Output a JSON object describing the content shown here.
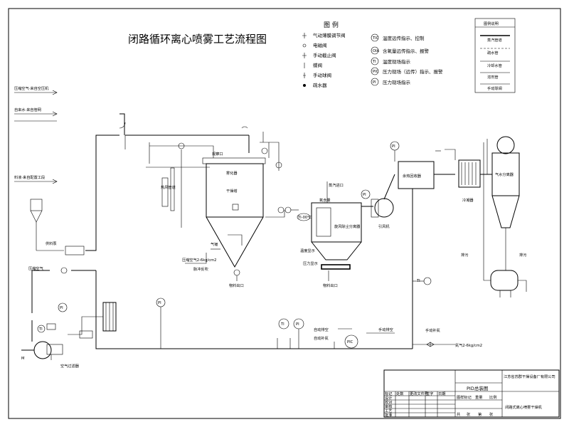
{
  "title": "闭路循环离心喷雾工艺流程图",
  "legend": {
    "heading": "图 例",
    "left": [
      "气动薄膜调节阀",
      "电磁阀",
      "手动截止阀",
      "蝶阀",
      "手动球阀",
      "疏水器"
    ],
    "right": [
      "温度远传指示、控制",
      "含氧量远传指示、报警",
      "温度现场指示",
      "压力现场（远传）指示、报警",
      "压力现场指示"
    ],
    "right_codes": [
      "TIC",
      "OIA",
      "TI",
      "PIC",
      "PI"
    ],
    "pipe_heading": "图例说明",
    "pipe_labels": [
      "蒸汽管道",
      "疏水管",
      "冷却水管",
      "溶剂管",
      "手动球阀"
    ]
  },
  "labels": {
    "inlet1": "压缩空气·来自空压机",
    "inlet2": "自来水·来自管网",
    "inlet3": "料液·来自配置工段",
    "feed_pump": "供料泵",
    "atomizer_port": "观察口",
    "atomizer": "雾化器",
    "dryer": "干燥塔",
    "hot_air": "热风管道",
    "air": "气锤",
    "product1": "物料出口",
    "cyclone_box": "旋风除尘分离器",
    "product2": "物料出口",
    "cooler": "余热回收器",
    "condenser": "冷凝器",
    "separator": "气水分离器",
    "fan": "引风机",
    "fan_pi": "PI",
    "drain1": "排污",
    "drain2": "排污",
    "filter": "空气过滤器",
    "n2": "氮气2-6kg/cm2",
    "manual_fill": "手动补氮",
    "manual_vent": "手动排空",
    "auto_vent": "自动排空",
    "auto_fill": "自动补氮",
    "press_air": "压缩空气2-6kg/cm2",
    "compressed": "压缩空气",
    "steam_in": "蒸汽进口",
    "mv": "M",
    "temp_label": "TI",
    "ti_mid": "TI",
    "ti_left": "TI",
    "pi_left": "PI",
    "pi_mid": "PI",
    "pi_heater": "PI",
    "pi_cooler": "PI",
    "pic": "PIC",
    "pi_bot": "PI",
    "oxy": "氧含量",
    "temp_point": "温度显示",
    "press_meter": "压力显示",
    "sensor_a": "TI-00℃",
    "pulse": "脉冲反吹"
  },
  "title_block": {
    "company": "江苏省苏群干燥设备厂有限公司",
    "drawing": "PID总装图",
    "product": "闭路式离心喷雾干燥机",
    "rows": [
      "标记",
      "处数",
      "更改文件号",
      "签字",
      "日期"
    ],
    "roles": [
      "设计",
      "校对",
      "审核",
      "工艺",
      "批准"
    ],
    "misc": [
      "图样标记",
      "重量",
      "比例",
      "共",
      "张",
      "第",
      "张"
    ]
  }
}
